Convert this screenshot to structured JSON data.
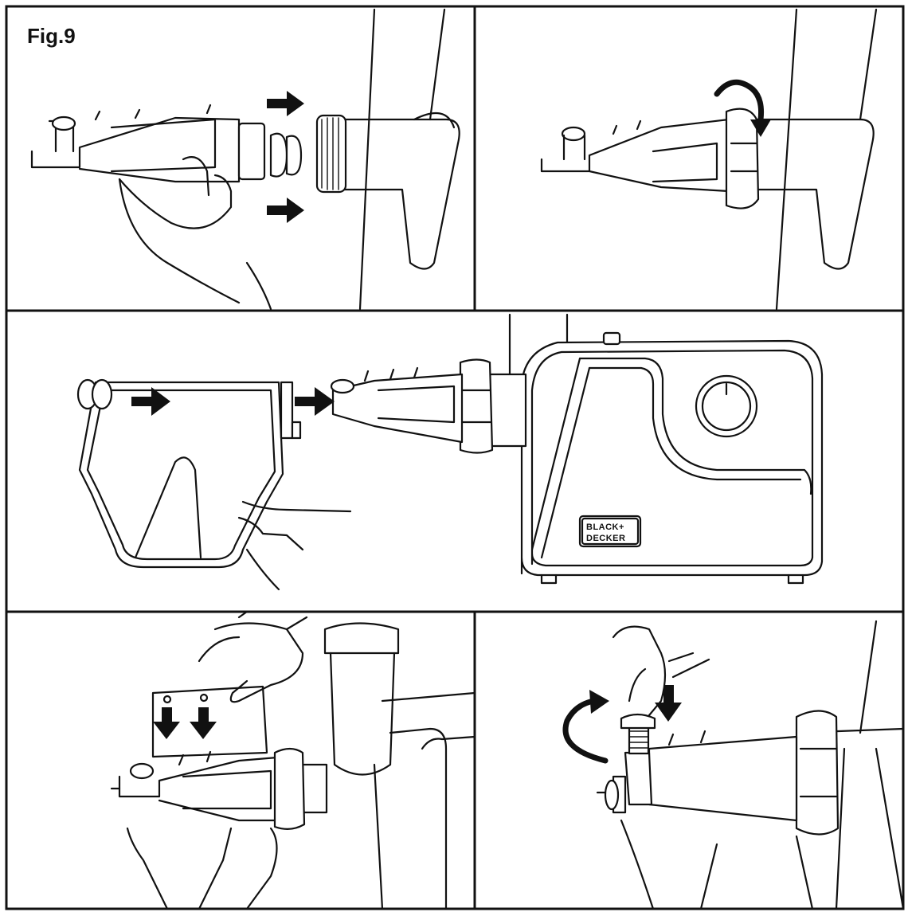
{
  "figure": {
    "label": "Fig.9"
  },
  "logo": {
    "line1": "BLACK+",
    "line2": "DECKER"
  },
  "panels": [
    {
      "id": "step-1",
      "description_icon": "attach-cutter-arrows"
    },
    {
      "id": "step-2",
      "description_icon": "tighten-ring-arrow"
    },
    {
      "id": "step-3",
      "description_icon": "attach-guard-arrows"
    },
    {
      "id": "step-4",
      "description_icon": "insert-plate-arrows"
    },
    {
      "id": "step-5",
      "description_icon": "tighten-screw-arrows"
    }
  ],
  "colors": {
    "line": "#111111",
    "background": "#ffffff"
  }
}
